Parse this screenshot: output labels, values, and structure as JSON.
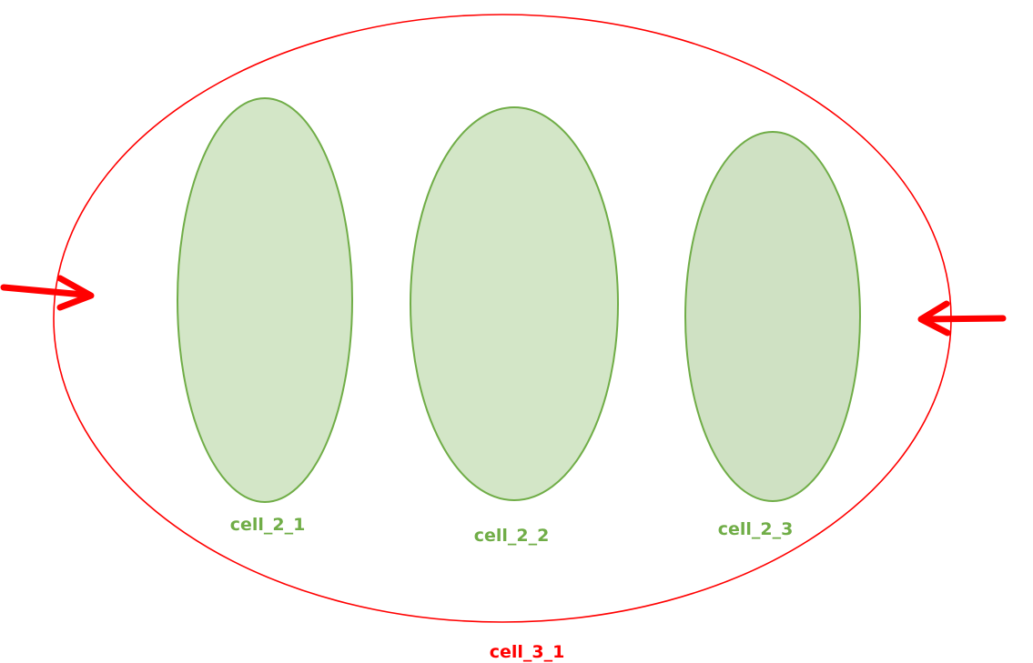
{
  "diagram": {
    "outer_cell": {
      "label": "cell_3_1",
      "stroke_color": "#ff0000"
    },
    "inner_cells": [
      {
        "label": "cell_2_1",
        "fill_color": "#d3e6c7",
        "stroke_color": "#70ad47"
      },
      {
        "label": "cell_2_2",
        "fill_color": "#d3e6c7",
        "stroke_color": "#70ad47"
      },
      {
        "label": "cell_2_3",
        "fill_color": "#cfe1c3",
        "stroke_color": "#70ad47"
      }
    ],
    "arrows": [
      {
        "name": "left-arrow",
        "direction": "right",
        "color": "#ff0000"
      },
      {
        "name": "right-arrow",
        "direction": "left",
        "color": "#ff0000"
      }
    ],
    "inner_label_color": "#70ad47",
    "outer_label_color": "#ff0000"
  }
}
